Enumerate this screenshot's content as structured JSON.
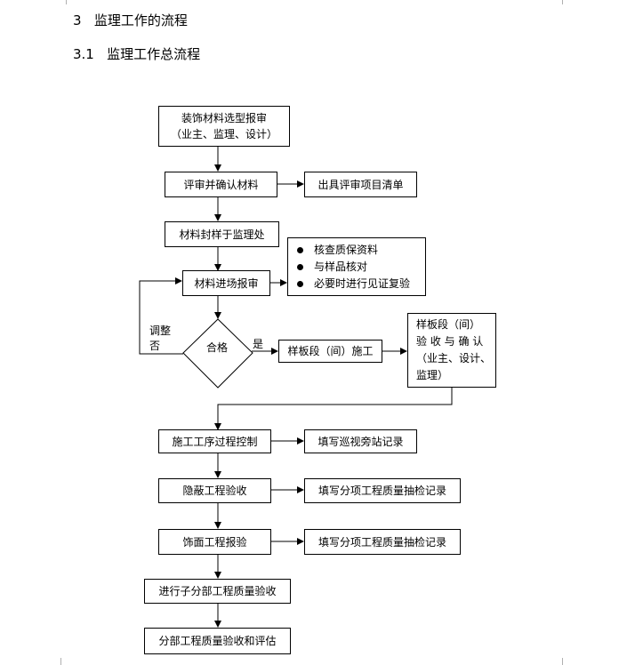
{
  "headings": {
    "section": "3   监理工作的流程",
    "subsection": "3.1   监理工作总流程"
  },
  "flow": {
    "selection_line1": "装饰材料选型报审",
    "selection_line2": "（业主、监理、设计）",
    "review": "评审并确认材料",
    "issue_list": "出具评审项目清单",
    "seal": "材料封样于监理处",
    "entry": "材料进场报审",
    "checks": [
      "核查质保资料",
      "与样品核对",
      "必要时进行见证复验"
    ],
    "decision": "合格",
    "yes": "是",
    "adjust_line1": "调整",
    "adjust_line2": "否",
    "sample_build": "样板段（间）施工",
    "sample_accept": [
      "样板段（间）",
      "验 收 与 确 认",
      "（业主、设计、",
      "监理）"
    ],
    "process_control": "施工工序过程控制",
    "patrol_record": "填写巡视旁站记录",
    "hidden_accept": "隐蔽工程验收",
    "sub_record_1": "填写分项工程质量抽检记录",
    "finish_accept": "饰面工程报验",
    "sub_record_2": "填写分项工程质量抽检记录",
    "sub_quality": "进行子分部工程质量验收",
    "part_quality": "分部工程质量验收和评估"
  }
}
